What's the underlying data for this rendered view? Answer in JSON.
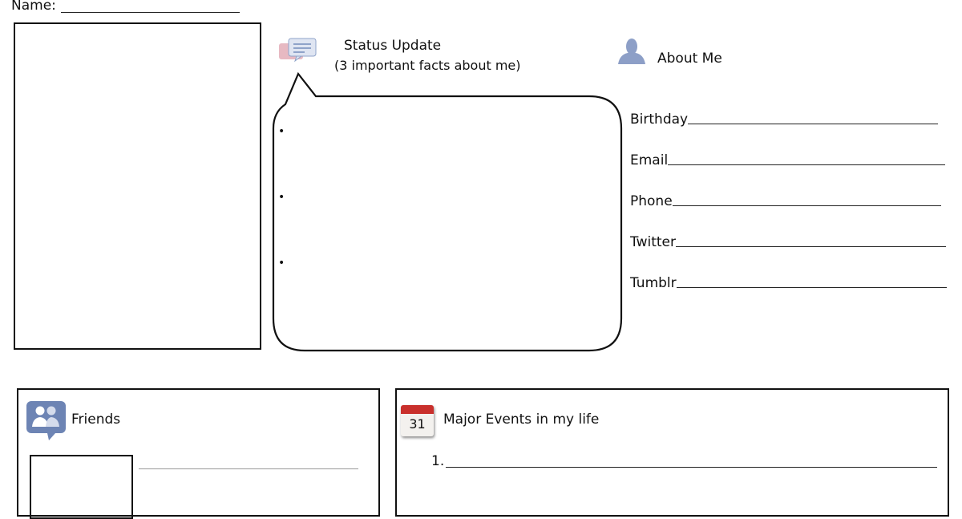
{
  "name_label": "Name:",
  "status": {
    "icon": "chat-bubbles-icon",
    "title": "Status Update",
    "subtitle": "(3 important facts about me)",
    "bullets": [
      "•",
      "•",
      "•"
    ]
  },
  "about": {
    "icon": "person-silhouette-icon",
    "title": "About Me",
    "fields": [
      "Birthday",
      "Email",
      "Phone",
      "Twitter",
      "Tumblr"
    ]
  },
  "friends": {
    "icon": "friends-icon",
    "title": "Friends"
  },
  "events": {
    "icon": "calendar-icon",
    "calendar_day": "31",
    "title": "Major Events in my life",
    "items": [
      "1."
    ]
  },
  "colors": {
    "icon_blue": "#6d84b4",
    "calendar_red": "#c9302c"
  }
}
